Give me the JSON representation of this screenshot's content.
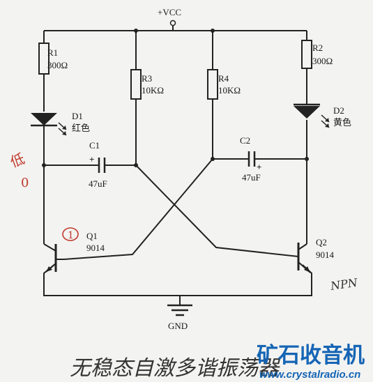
{
  "schematic": {
    "vcc_label": "+VCC",
    "gnd_label": "GND",
    "r1": {
      "name": "R1",
      "value": "300Ω"
    },
    "r2": {
      "name": "R2",
      "value": "300Ω"
    },
    "r3": {
      "name": "R3",
      "value": "10KΩ"
    },
    "r4": {
      "name": "R4",
      "value": "10KΩ"
    },
    "d1": {
      "name": "D1",
      "color": "红色"
    },
    "d2": {
      "name": "D2",
      "color": "黄色"
    },
    "c1": {
      "name": "C1",
      "value": "47uF",
      "polarity": "+"
    },
    "c2": {
      "name": "C2",
      "value": "47uF",
      "polarity": "+"
    },
    "q1": {
      "name": "Q1",
      "model": "9014"
    },
    "q2": {
      "name": "Q2",
      "model": "9014"
    }
  },
  "annotations": {
    "q1_circle": "1",
    "left_mark": "低",
    "left_mark_2": "0",
    "npn": "NPN",
    "handwritten_caption": "无稳态自激多谐振荡器"
  },
  "watermark": {
    "brand": "矿石收音机",
    "url": "www.crystalradio.cn",
    "accent_color": "#1565b5"
  }
}
